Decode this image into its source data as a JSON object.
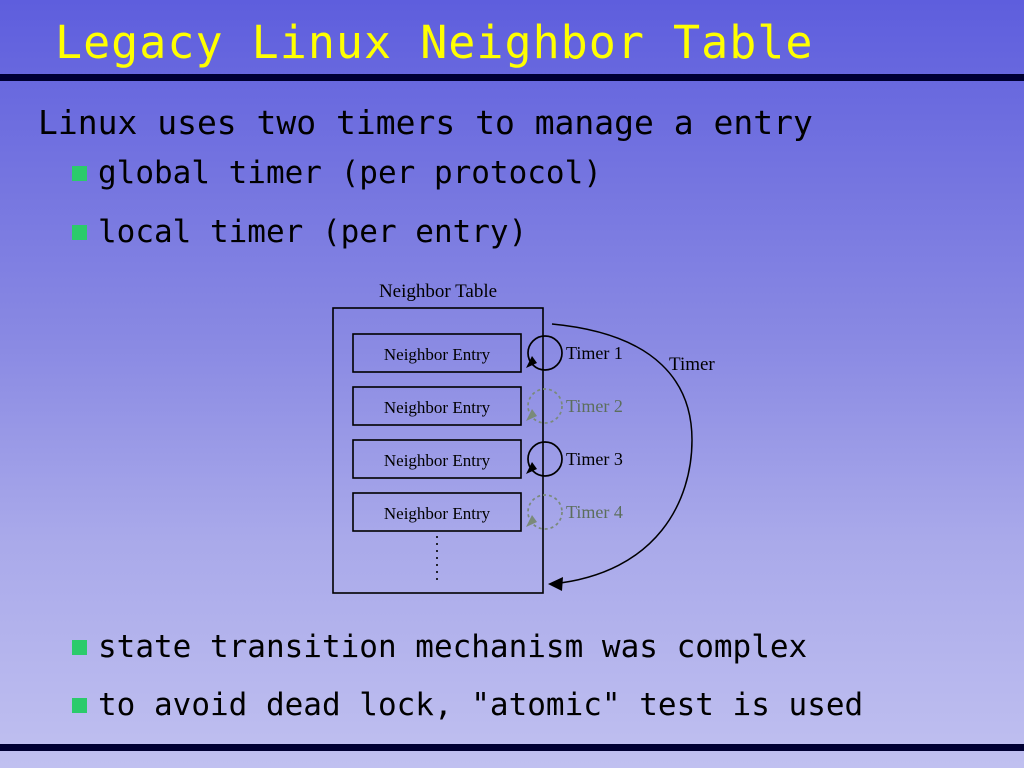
{
  "slide": {
    "title": "Legacy Linux Neighbor Table",
    "intro": "Linux uses two timers to manage a entry",
    "bullets_top": [
      "global timer (per protocol)",
      "local timer (per entry)"
    ],
    "bullets_bottom": [
      "state transition mechanism was complex",
      "to avoid dead lock, \"atomic\" test is used"
    ]
  },
  "diagram": {
    "table_label": "Neighbor Table",
    "entries": [
      "Neighbor Entry",
      "Neighbor Entry",
      "Neighbor Entry",
      "Neighbor Entry"
    ],
    "timers": [
      {
        "label": "Timer 1",
        "style": "solid"
      },
      {
        "label": "Timer 2",
        "style": "dotted"
      },
      {
        "label": "Timer 3",
        "style": "solid"
      },
      {
        "label": "Timer 4",
        "style": "dotted"
      }
    ],
    "timer_group_label": "Timer"
  },
  "colors": {
    "title_text": "#ffff00",
    "bullet_square": "#2bcb6b",
    "divider": "#000033",
    "background_top": "#5e5edd",
    "background_bottom": "#c0c0f0",
    "dotted_timer": "#5c6e5c",
    "body_text": "#000000"
  }
}
